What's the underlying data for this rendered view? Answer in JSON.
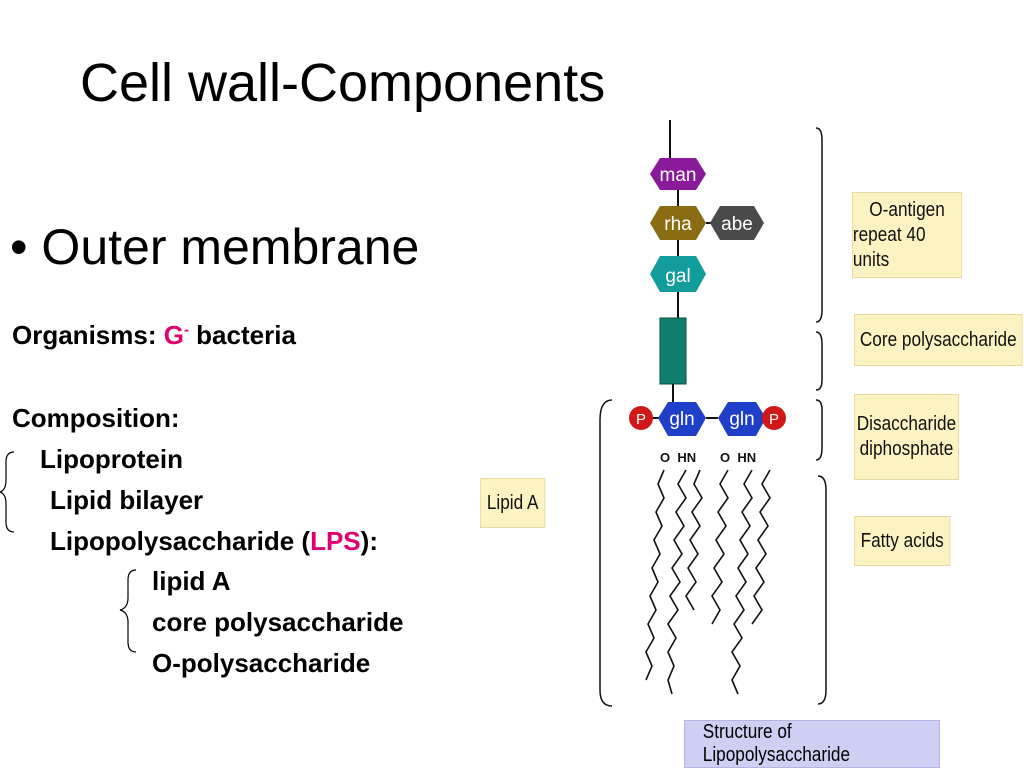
{
  "slide": {
    "title": "Cell wall-Components",
    "bullet_marker": "•",
    "bullet": "Outer membrane",
    "organisms_label": "Organisms: ",
    "organisms_value": "G",
    "organisms_superscript": "-",
    "organisms_suffix": " bacteria",
    "composition_label": "Composition:",
    "items": [
      "Lipoprotein",
      "Lipid bilayer"
    ],
    "lps_prefix": "Lipopolysaccharide (",
    "lps_abbrev": "LPS",
    "lps_suffix": "):",
    "lps_parts": [
      "lipid A",
      "core polysaccharide",
      "O-polysaccharide"
    ]
  },
  "diagram": {
    "sugars": {
      "man": "man",
      "rha": "rha",
      "abe": "abe",
      "gal": "gal",
      "gln1": "gln",
      "gln2": "gln"
    },
    "phosphate": "P",
    "linkage_left": "O  HN",
    "linkage_right": "O  HN",
    "labels": {
      "o_antigen_title": "O-antigen",
      "o_antigen_sub": "repeat 40 units",
      "core": "Core polysaccharide",
      "disaccharide_1": "Disaccharide",
      "disaccharide_2": "diphosphate",
      "fatty_acids": "Fatty acids",
      "lipid_a": "Lipid A"
    },
    "caption": "Structure of Lipopolysaccharide",
    "colors": {
      "man": "#8b1a9a",
      "rha": "#8a6d12",
      "abe": "#4a4a4a",
      "gal": "#139c9c",
      "core_block": "#0f7f6e",
      "gln": "#1f3fc8",
      "phosphate": "#d01818",
      "label_bg": "#fdf3c2",
      "caption_bg": "#cfcff4",
      "accent_red": "#e0006e"
    }
  }
}
